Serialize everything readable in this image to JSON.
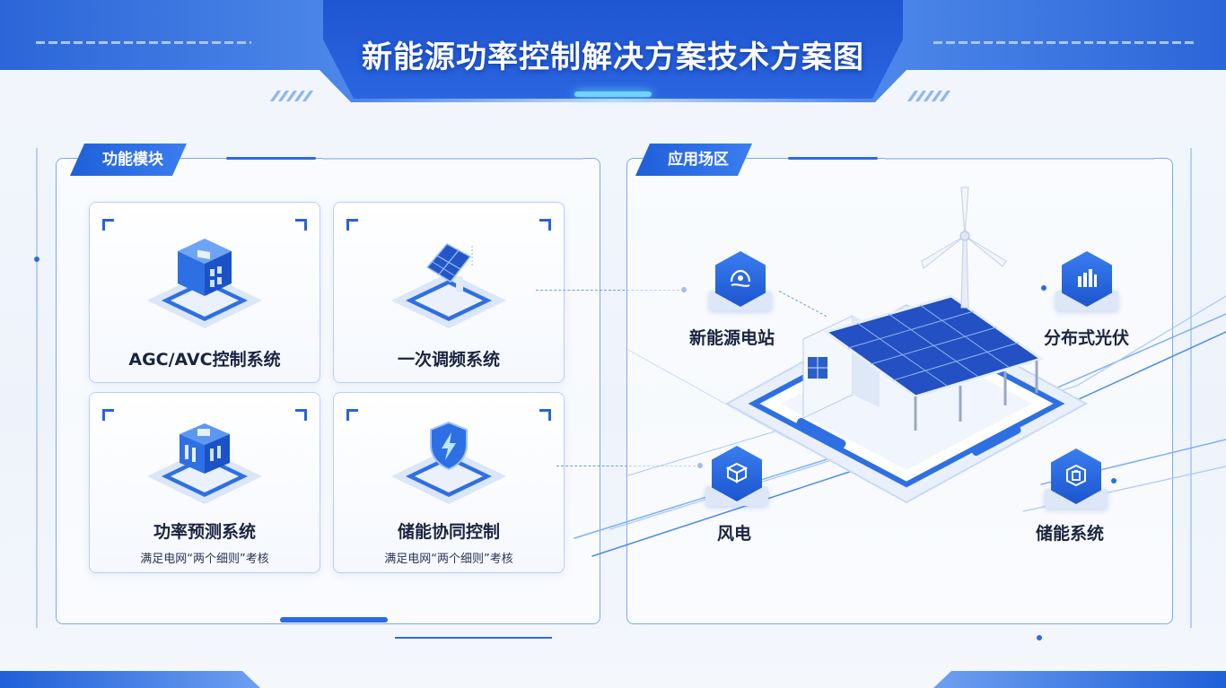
{
  "header": {
    "title": "新能源功率控制解决方案技术方案图"
  },
  "function_panel": {
    "tag": "功能模块",
    "cards": [
      {
        "title": "AGC/AVC控制系统",
        "subtitle": ""
      },
      {
        "title": "一次调频系统",
        "subtitle": ""
      },
      {
        "title": "功率预测系统",
        "subtitle": "满足电网“两个细则”考核"
      },
      {
        "title": "储能协同控制",
        "subtitle": "满足电网“两个细则”考核"
      }
    ]
  },
  "application_panel": {
    "tag": "应用场区",
    "sites": [
      {
        "label": "新能源电站",
        "icon": "power-station-icon"
      },
      {
        "label": "分布式光伏",
        "icon": "distributed-pv-icon"
      },
      {
        "label": "风电",
        "icon": "wind-power-icon"
      },
      {
        "label": "储能系统",
        "icon": "energy-storage-icon"
      }
    ]
  },
  "colors": {
    "primary": "#1f5fd8",
    "accent": "#3b7ef0",
    "panel_border": "#7fa8ec",
    "glow": "#6fd5ff"
  }
}
